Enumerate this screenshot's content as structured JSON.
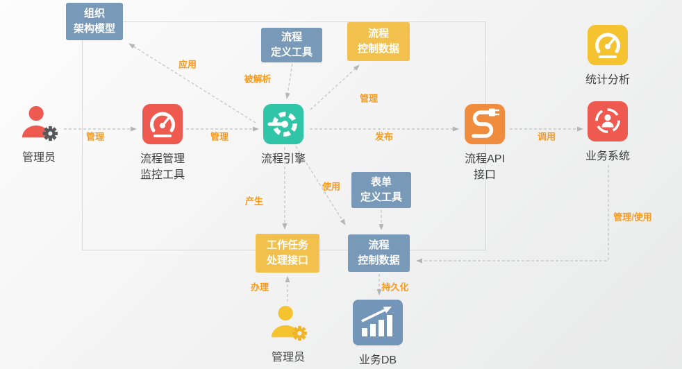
{
  "colors": {
    "steel_blue": "#7899b8",
    "yellow": "#f2c04d",
    "red": "#ee5a4f",
    "teal": "#2fc5a6",
    "orange": "#f08c3d",
    "gold": "#f5c230",
    "db_blue": "#7396b8",
    "edge_label_orange": "#f59b22",
    "line_gray": "#c8c8c8",
    "text_dark": "#3e3e3e"
  },
  "boxes": {
    "org_model": {
      "label": "组织\n架构模型"
    },
    "process_def_tool": {
      "label": "流程\n定义工具"
    },
    "process_ctrl_data_top": {
      "label": "流程\n控制数据"
    },
    "form_def_tool": {
      "label": "表单\n定义工具"
    },
    "work_task_interface": {
      "label": "工作任务\n处理接口"
    },
    "process_ctrl_data_bottom": {
      "label": "流程\n控制数据"
    }
  },
  "nodes": {
    "admin_left": {
      "label": "管理员"
    },
    "process_monitor": {
      "label": "流程管理\n监控工具"
    },
    "process_engine": {
      "label": "流程引擎"
    },
    "process_api": {
      "label": "流程API\n接口"
    },
    "stats_analysis": {
      "label": "统计分析"
    },
    "business_system": {
      "label": "业务系统"
    },
    "admin_bottom": {
      "label": "管理员"
    },
    "business_db": {
      "label": "业务DB"
    }
  },
  "edges": [
    {
      "from": "admin_left",
      "to": "process_monitor",
      "label": "管理"
    },
    {
      "from": "process_monitor",
      "to": "process_engine",
      "label": "管理"
    },
    {
      "from": "process_engine",
      "to": "org_model",
      "label": "应用"
    },
    {
      "from": "process_def_tool",
      "to": "process_engine",
      "label": "被解析"
    },
    {
      "from": "process_engine",
      "to": "process_ctrl_data_top",
      "label": "管理"
    },
    {
      "from": "process_engine",
      "to": "process_api",
      "label": "发布"
    },
    {
      "from": "process_api",
      "to": "business_system",
      "label": "调用"
    },
    {
      "from": "process_engine",
      "to": "process_ctrl_data_bottom",
      "label": "使用"
    },
    {
      "from": "process_engine",
      "to": "work_task_interface",
      "label": "产生"
    },
    {
      "from": "form_def_tool",
      "to": "process_ctrl_data_bottom",
      "label": ""
    },
    {
      "from": "admin_bottom",
      "to": "work_task_interface",
      "label": "办理"
    },
    {
      "from": "process_ctrl_data_bottom",
      "to": "business_db",
      "label": "持久化"
    },
    {
      "from": "business_system",
      "to": "process_ctrl_data_bottom",
      "label": "管理/使用"
    }
  ]
}
